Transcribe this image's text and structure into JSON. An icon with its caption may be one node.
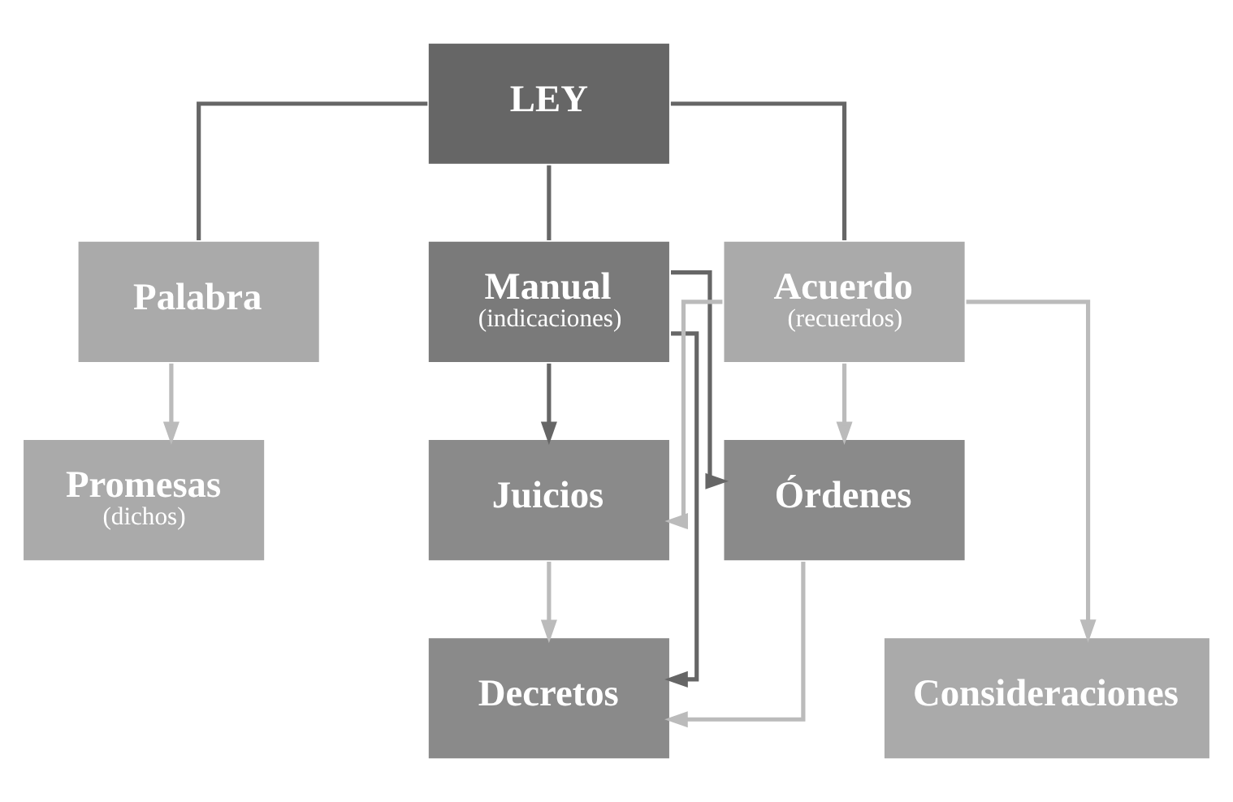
{
  "diagram": {
    "nodes": [
      {
        "text": [
          "LEY"
        ]
      },
      {
        "text": [
          "Palabra"
        ]
      },
      {
        "text": [
          "Manual",
          "(indicaciones)"
        ]
      },
      {
        "text": [
          "Acuerdo",
          "(recuerdos)"
        ]
      },
      {
        "text": [
          "Promesas",
          "(dichos)"
        ]
      },
      {
        "text": [
          "Juicios"
        ]
      },
      {
        "text": [
          "Órdenes"
        ]
      },
      {
        "text": [
          "Decretos"
        ]
      },
      {
        "text": [
          "Consideraciones"
        ]
      }
    ],
    "edges": [
      {
        "from": 0,
        "to": 1,
        "arrow": "none"
      },
      {
        "from": 0,
        "to": 2,
        "arrow": "none"
      },
      {
        "from": 0,
        "to": 3,
        "arrow": "none"
      },
      {
        "from": 1,
        "to": 4,
        "arrow": "to",
        "color": "#bbbbbb"
      },
      {
        "from": 2,
        "to": 5,
        "arrow": "to"
      },
      {
        "from": 2,
        "to": 6,
        "arrow": "to"
      },
      {
        "from": 2,
        "to": 7,
        "arrow": "to"
      },
      {
        "from": 3,
        "to": 5,
        "arrow": "to",
        "color": "#bbbbbb"
      },
      {
        "from": 3,
        "to": 6,
        "arrow": "to",
        "color": "#bbbbbb"
      },
      {
        "from": 3,
        "to": 8,
        "arrow": "to",
        "color": "#bbbbbb"
      },
      {
        "from": 5,
        "to": 7,
        "arrow": "to",
        "color": "#bbbbbb"
      },
      {
        "from": 6,
        "to": 7,
        "arrow": "to",
        "color": "#bbbbbb"
      }
    ]
  }
}
